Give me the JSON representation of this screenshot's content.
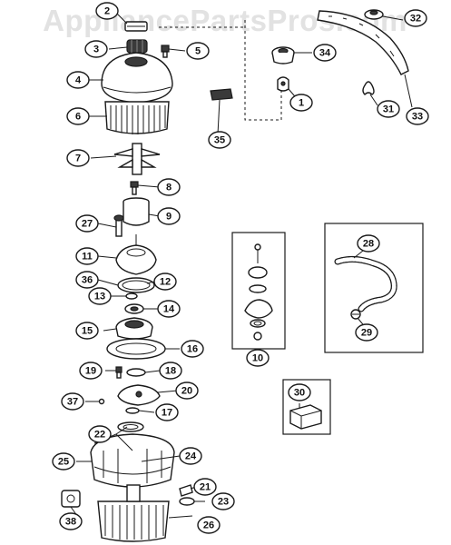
{
  "watermark": "AppliancePartsPros.com",
  "callouts": [
    "1",
    "2",
    "3",
    "4",
    "5",
    "6",
    "7",
    "8",
    "9",
    "10",
    "11",
    "12",
    "13",
    "14",
    "15",
    "16",
    "17",
    "18",
    "19",
    "20",
    "21",
    "22",
    "23",
    "24",
    "25",
    "26",
    "27",
    "28",
    "29",
    "30",
    "31",
    "32",
    "33",
    "34",
    "35",
    "36",
    "37",
    "38"
  ]
}
